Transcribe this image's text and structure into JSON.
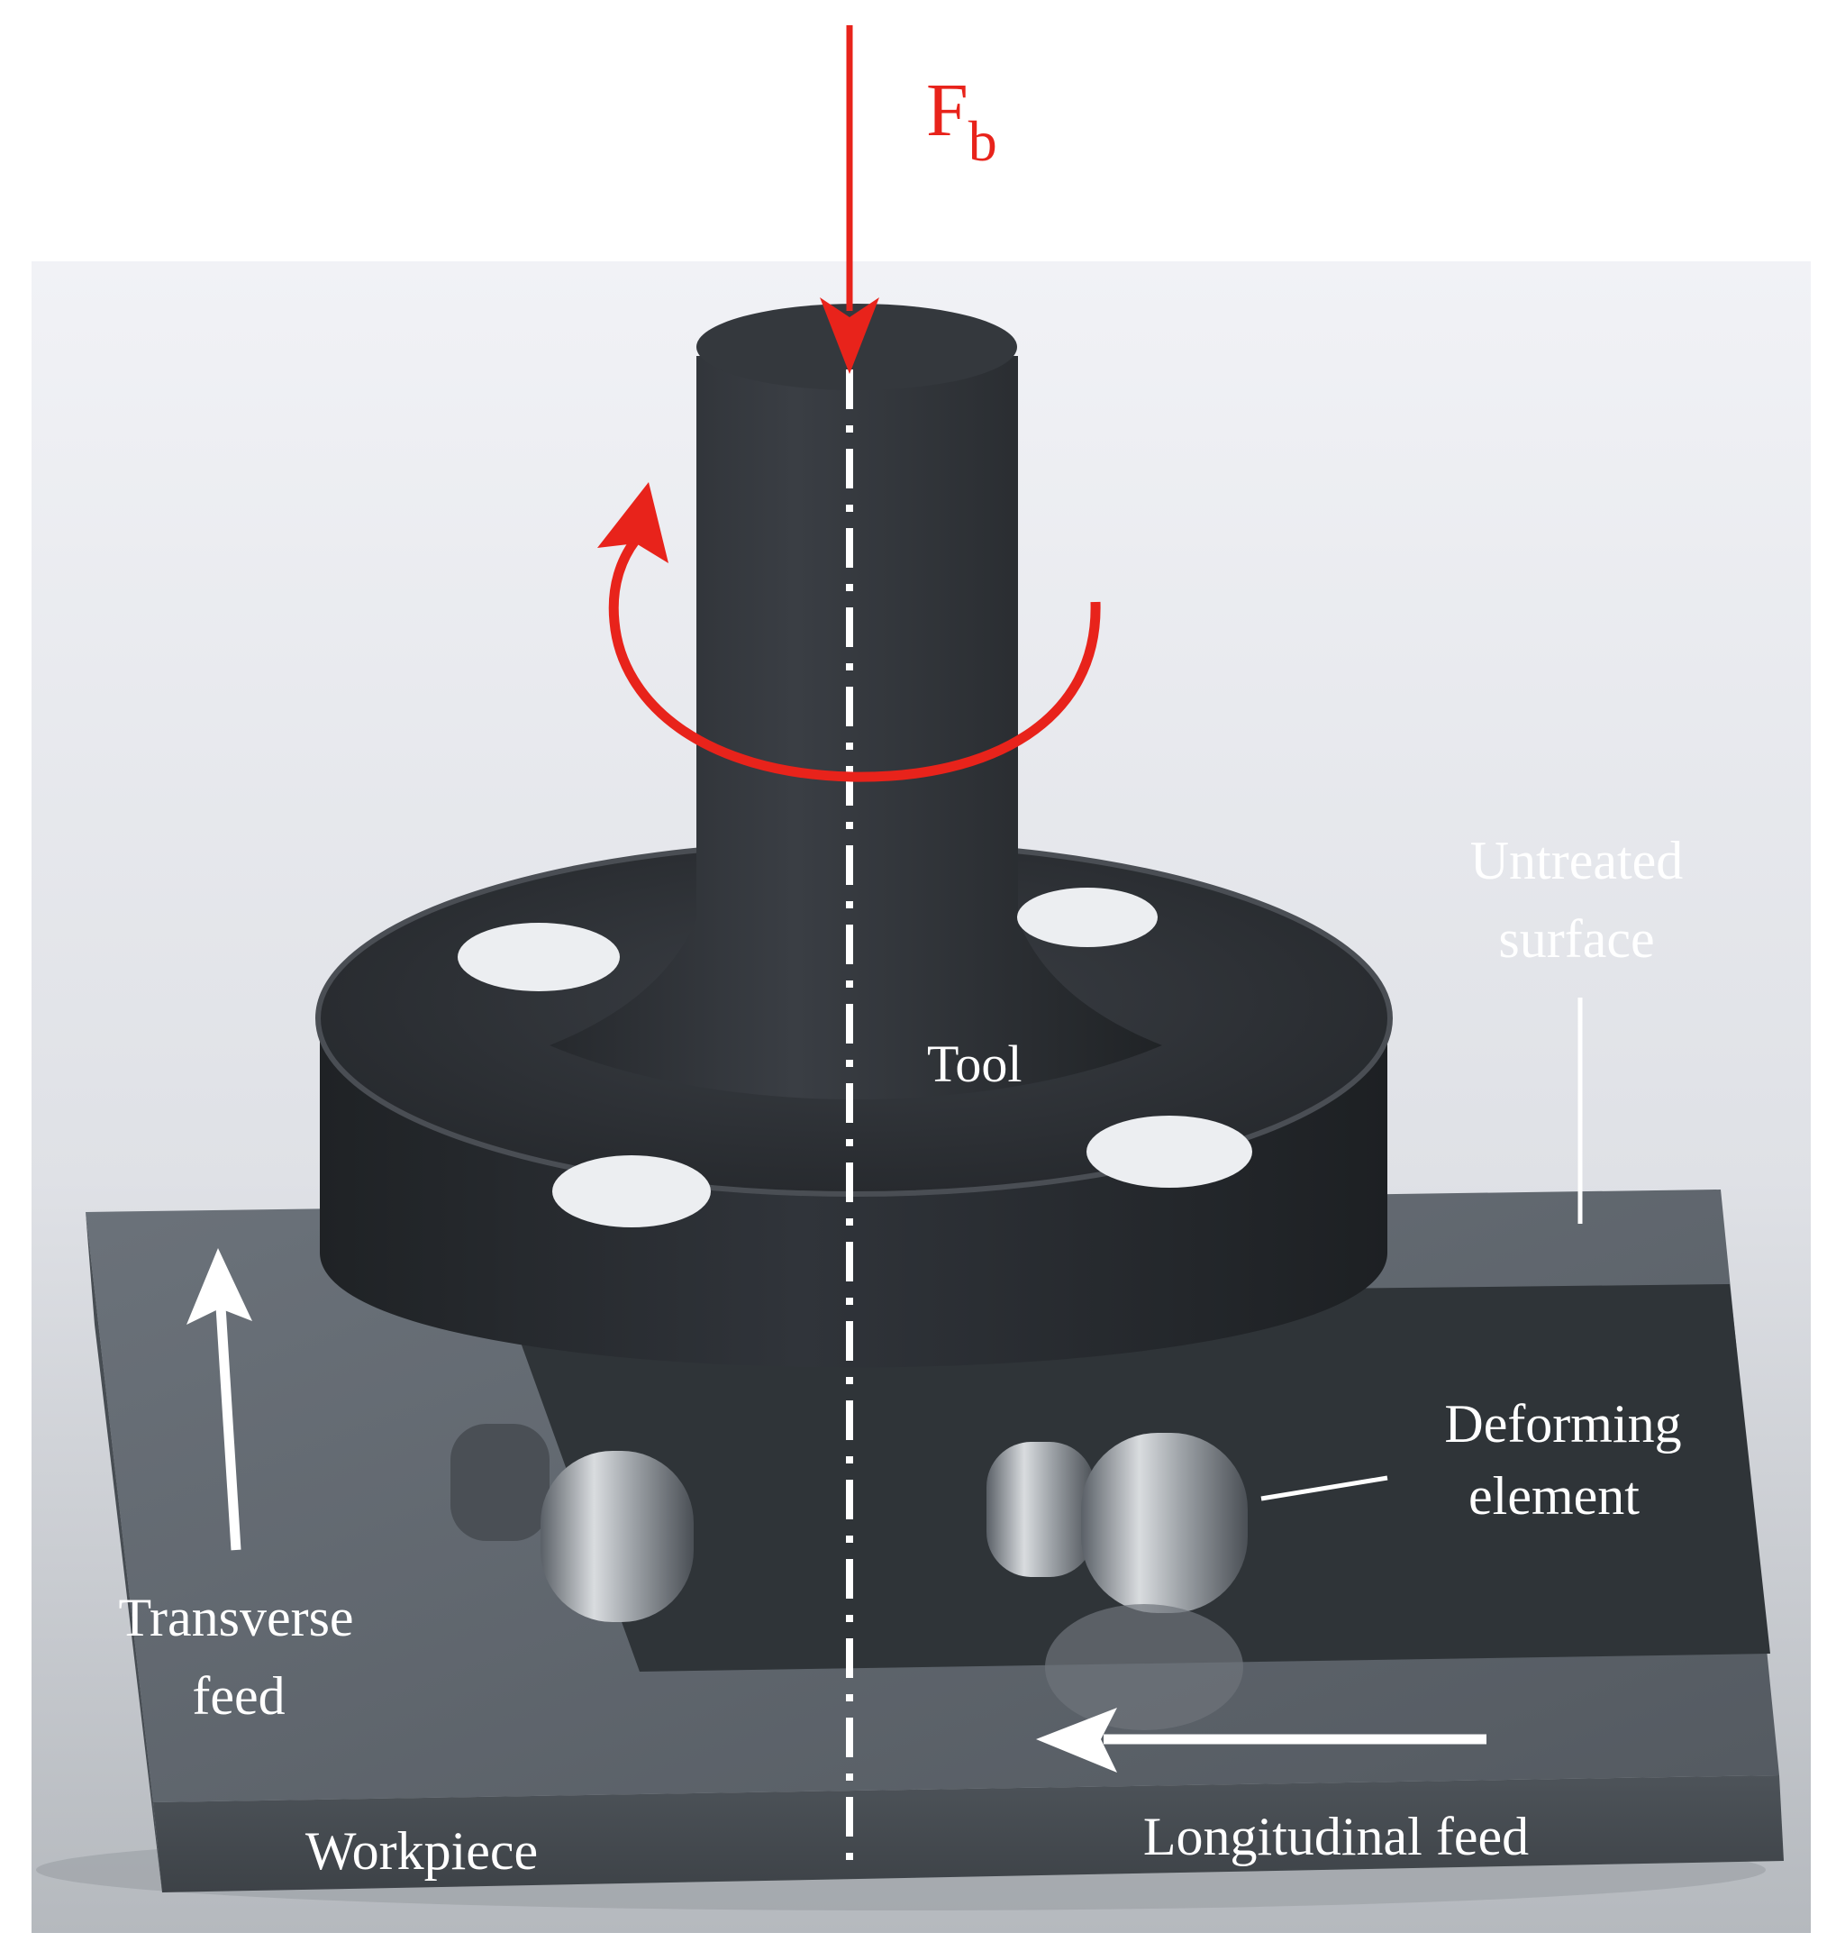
{
  "labels": {
    "force": "F",
    "force_subscript": "b",
    "tool": "Tool",
    "untreated_line1": "Untreated",
    "untreated_line2": "surface",
    "deforming_line1": "Deforming",
    "deforming_line2": "element",
    "transverse_line1": "Transverse",
    "transverse_line2": "feed",
    "workpiece": "Workpiece",
    "longitudinal": "Longitudinal feed"
  },
  "colors": {
    "accent_red": "#e8231b",
    "label_white": "#ffffff",
    "tool_dark": "#2a2d31",
    "workpiece_gray": "#5d646c",
    "treated_surface": "#2f3438",
    "background_top": "#eef0f4",
    "background_bottom": "#b9bdc2"
  }
}
